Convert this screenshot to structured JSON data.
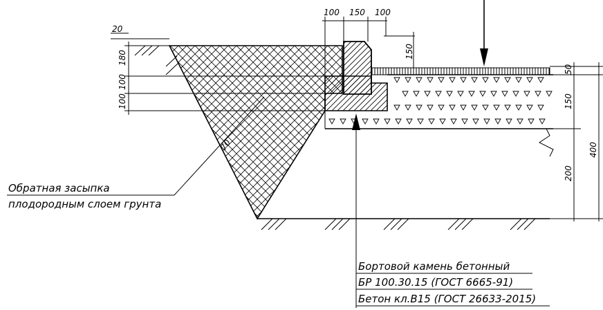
{
  "dimensions": {
    "top_100_left": "100",
    "top_150": "150",
    "top_100_right": "100",
    "left_20": "20",
    "left_180": "180",
    "left_100_upper": "100",
    "left_100_lower": "100",
    "curb_150": "150",
    "right_50": "50",
    "right_150": "150",
    "right_200": "200",
    "right_400": "400",
    "slope_label": "70"
  },
  "notes": {
    "backfill_line1": "Обратная засыпка",
    "backfill_line2": "плодородным слоем грунта",
    "curb_line1": "Бортовой камень бетонный",
    "curb_line2": "БР 100.30.15 (ГОСТ 6665-91)",
    "curb_line3": "Бетон кл.В15 (ГОСТ 26633-2015)"
  },
  "colors": {
    "ink": "#000000",
    "background": "#ffffff"
  }
}
